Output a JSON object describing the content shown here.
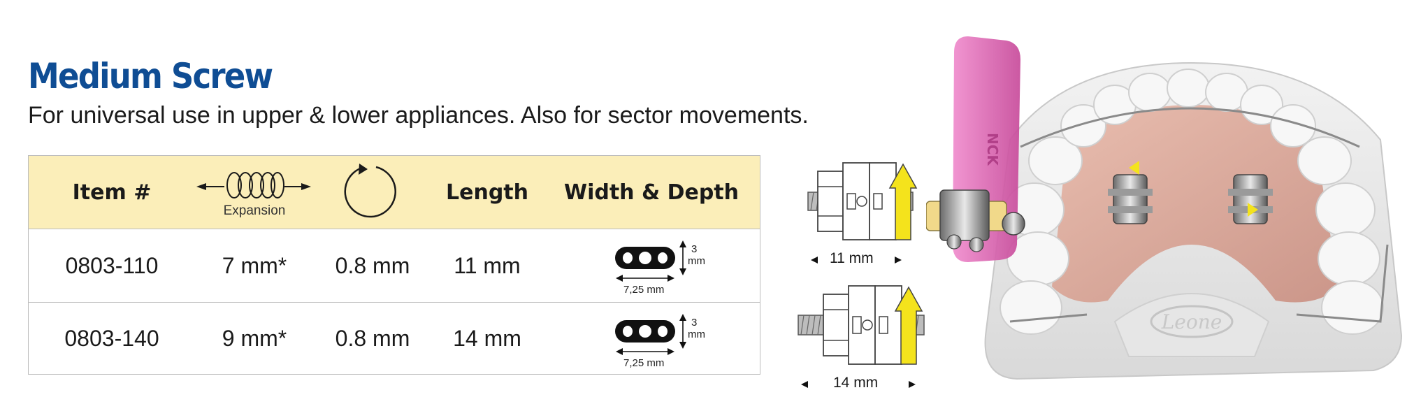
{
  "header": {
    "title": "Medium Screw",
    "subtitle": "For universal use in upper & lower appliances. Also for sector movements."
  },
  "table": {
    "columns": {
      "item": "Item #",
      "expansion_label": "Expansion",
      "expansion_icon": "spring-expansion-icon",
      "rotation_icon": "rotation-circle-icon",
      "length": "Length",
      "width_depth": "Width & Depth"
    },
    "rows": [
      {
        "item": "0803-110",
        "expansion": "7 mm*",
        "per_turn": "0.8 mm",
        "length": "11 mm",
        "depth": "3",
        "depth_unit": "mm",
        "width": "7,25 mm"
      },
      {
        "item": "0803-140",
        "expansion": "9 mm*",
        "per_turn": "0.8 mm",
        "length": "14 mm",
        "depth": "3",
        "depth_unit": "mm",
        "width": "7,25 mm"
      }
    ]
  },
  "diagrams": [
    {
      "label": "11 mm"
    },
    {
      "label": "14 mm"
    }
  ],
  "photo": {
    "brand_mark": "Leone",
    "key_lettering": "NCK"
  },
  "colors": {
    "title": "#0f4d94",
    "header_bg": "#fbeeb9",
    "arrow_yellow": "#f4e31c",
    "key_pink": "#e066b0"
  }
}
